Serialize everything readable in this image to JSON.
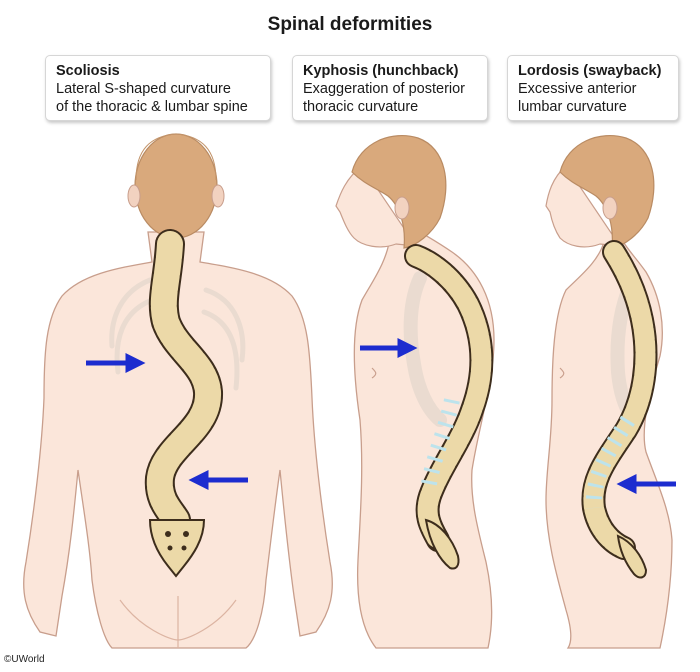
{
  "title": "Spinal deformities",
  "panels": [
    {
      "heading": "Scoliosis",
      "desc1": "Lateral S-shaped curvature",
      "desc2": "of the thoracic & lumbar spine"
    },
    {
      "heading": "Kyphosis (hunchback)",
      "desc1": "Exaggeration of posterior",
      "desc2": "thoracic curvature"
    },
    {
      "heading": "Lordosis (swayback)",
      "desc1": "Excessive anterior",
      "desc2": "lumbar curvature"
    }
  ],
  "copyright": "©UWorld",
  "colors": {
    "skin": "#fbe6da",
    "skin_outline": "#c89e8c",
    "hair": "#d9a97c",
    "bone": "#ecd9a8",
    "bone_outline": "#3d2d1c",
    "disc": "#bde3ec",
    "arrow": "#1c2ccf"
  }
}
